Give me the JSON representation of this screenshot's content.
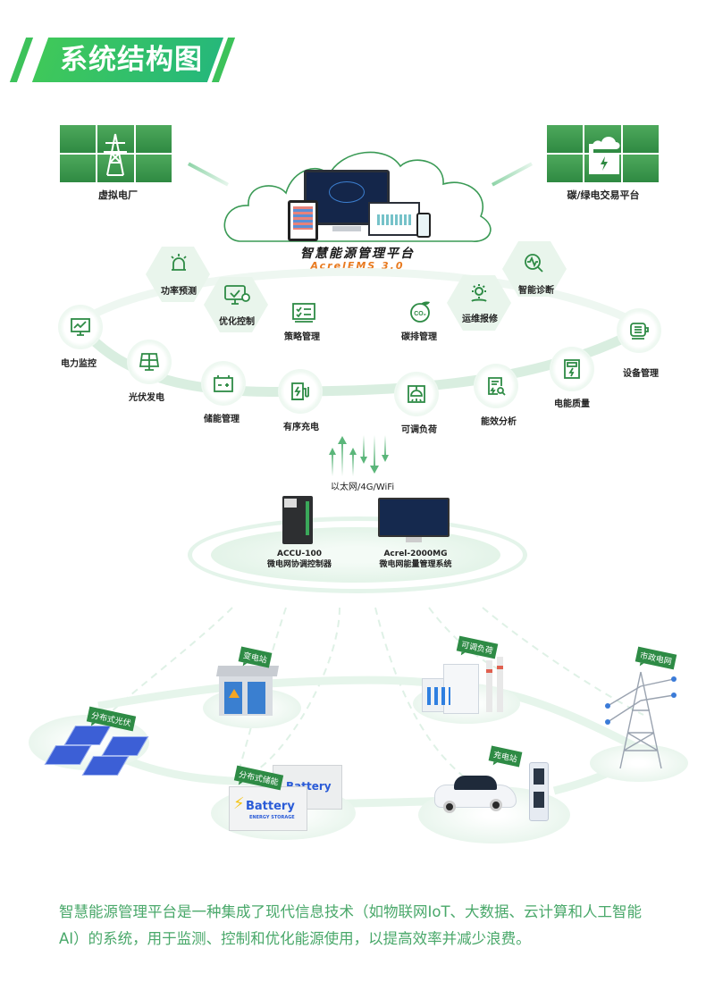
{
  "header": {
    "title": "系统结构图"
  },
  "top": {
    "virtual_plant": {
      "label": "虚拟电厂",
      "icon": "power-tower-icon"
    },
    "carbon_trading": {
      "label": "碳/绿电交易平台",
      "icon": "factory-bolt-icon"
    },
    "platform": {
      "title": "智慧能源管理平台",
      "subtitle": "AcrelEMS 3.0"
    }
  },
  "features": [
    {
      "id": "power-forecast",
      "label": "功率预测",
      "icon": "alarm-light-icon"
    },
    {
      "id": "optimize-control",
      "label": "优化控制",
      "icon": "monitor-check-icon"
    },
    {
      "id": "strategy-management",
      "label": "策略管理",
      "icon": "checklist-icon"
    },
    {
      "id": "carbon-management",
      "label": "碳排管理",
      "icon": "co2-icon"
    },
    {
      "id": "maintenance",
      "label": "运维报修",
      "icon": "gear-wrench-icon"
    },
    {
      "id": "smart-diagnosis",
      "label": "智能诊断",
      "icon": "search-wave-icon"
    },
    {
      "id": "power-monitoring",
      "label": "电力监控",
      "icon": "monitor-chart-icon"
    },
    {
      "id": "pv-generation",
      "label": "光伏发电",
      "icon": "solar-panel-icon"
    },
    {
      "id": "storage-management",
      "label": "储能管理",
      "icon": "battery-icon"
    },
    {
      "id": "ordered-charging",
      "label": "有序充电",
      "icon": "charger-icon"
    },
    {
      "id": "adjustable-load",
      "label": "可调负荷",
      "icon": "lamp-icon"
    },
    {
      "id": "efficiency-analysis",
      "label": "能效分析",
      "icon": "report-search-icon"
    },
    {
      "id": "power-quality",
      "label": "电能质量",
      "icon": "meter-icon"
    },
    {
      "id": "equipment-management",
      "label": "设备管理",
      "icon": "motor-icon"
    }
  ],
  "comm": {
    "label": "以太网/4G/WiFi"
  },
  "devices": [
    {
      "model": "ACCU-100",
      "name": "微电网协调控制器"
    },
    {
      "model": "Acrel-2000MG",
      "name": "微电网能量管理系统"
    }
  ],
  "scene": [
    {
      "id": "substation",
      "tag": "变电站"
    },
    {
      "id": "distributed-pv",
      "tag": "分布式光伏"
    },
    {
      "id": "adjustable-load",
      "tag": "可调负荷"
    },
    {
      "id": "municipal-grid",
      "tag": "市政电网"
    },
    {
      "id": "distributed-storage",
      "tag": "分布式储能",
      "text": "Battery",
      "subtext": "ENERGY STORAGE"
    },
    {
      "id": "charging-station",
      "tag": "充电站"
    }
  ],
  "description": "智慧能源管理平台是一种集成了现代信息技术（如物联网IoT、大数据、云计算和人工智能AI）的系统，用于监测、控制和优化能源使用，以提高效率并减少浪费。",
  "colors": {
    "brand_green": "#2e8b45",
    "accent_orange": "#e87a1f",
    "text_green": "#49a86a"
  }
}
